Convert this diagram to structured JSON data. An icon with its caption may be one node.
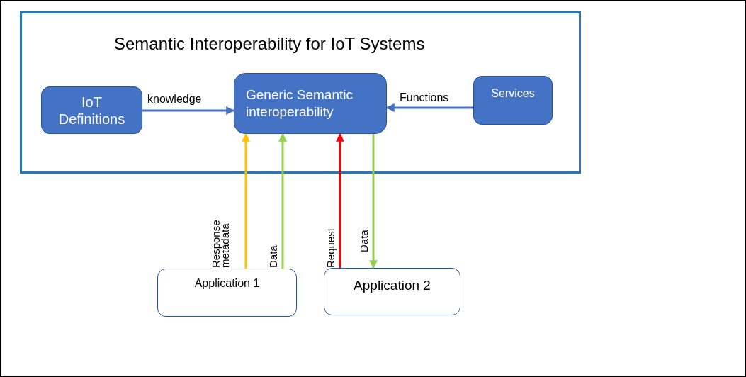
{
  "diagram": {
    "nodes": [
      {
        "text": [
          "Semantic Interoperability for IoT Systems"
        ]
      },
      {
        "text": [
          "IoT Definitions"
        ],
        "in": 0
      },
      {
        "text": [
          "Generic Semantic interoperability"
        ],
        "in": 0
      },
      {
        "text": [
          "Services"
        ],
        "in": 0
      },
      {
        "text": [
          "Application 1"
        ]
      },
      {
        "text": [
          "Application 2"
        ]
      }
    ],
    "edges": [
      {
        "from": 1,
        "to": 2,
        "arrow": "to",
        "label": "knowledge"
      },
      {
        "from": 3,
        "to": 2,
        "arrow": "to",
        "label": "Functions"
      },
      {
        "from": 4,
        "to": 2,
        "arrow": "to",
        "label": "Response metadata",
        "color": "#ffc000"
      },
      {
        "from": 4,
        "to": 2,
        "arrow": "to",
        "label": "Data",
        "color": "#92d050"
      },
      {
        "from": 5,
        "to": 2,
        "arrow": "to",
        "label": "Request",
        "color": "#ff0000"
      },
      {
        "from": 2,
        "to": 5,
        "arrow": "to",
        "label": "Data",
        "color": "#92d050"
      }
    ]
  }
}
